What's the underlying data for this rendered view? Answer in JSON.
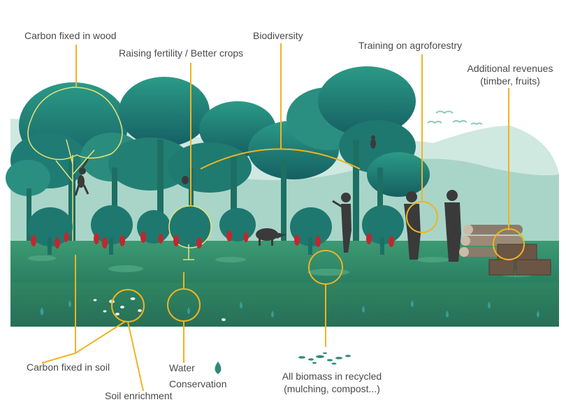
{
  "labels": {
    "carbon_wood": "Carbon fixed in wood",
    "fertility": "Raising fertility / Better crops",
    "biodiversity": "Biodiversity",
    "training": "Training on agroforestry",
    "revenues_line1": "Additional revenues",
    "revenues_line2": "(timber, fruits)",
    "carbon_soil": "Carbon fixed in soil",
    "soil_enrichment": "Soil enrichment",
    "water_line1": "Water",
    "water_line2": "Conservation",
    "biomass_line1": "All biomass in recycled",
    "biomass_line2": "(mulching, compost...)"
  },
  "icons": [
    "water-drop-icon",
    "bird-icon",
    "monkey-icon",
    "boar-icon",
    "farmer-icon",
    "log-pile-icon",
    "crate-icon"
  ],
  "colors": {
    "callout": "#f0b323",
    "tree_dark": "#1e7f74",
    "tree_light": "#3aa58e",
    "ground": "#2f8a6a",
    "soil": "#2c7a5e",
    "hill": "#b9ddd3",
    "cocoa_pod": "#c0282d",
    "silhouette": "#3a3a3a",
    "text": "#4a4a4a"
  }
}
